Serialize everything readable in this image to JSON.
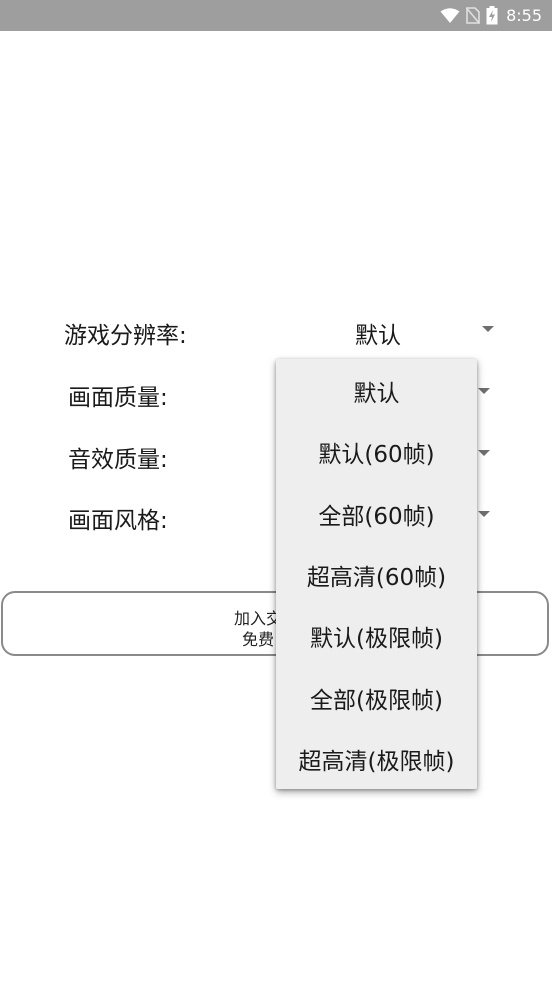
{
  "status_bar": {
    "time": "8:55",
    "icons": [
      "wifi-icon",
      "no-sim-icon",
      "battery-charging-icon"
    ]
  },
  "settings": [
    {
      "label": "游戏分辨率:",
      "value": "默认"
    },
    {
      "label": "画面质量:"
    },
    {
      "label": "音效质量:"
    },
    {
      "label": "画面风格:"
    }
  ],
  "join_button": {
    "line1": "加入交",
    "line2": "免费"
  },
  "dropdown": {
    "options": [
      "默认",
      "默认(60帧)",
      "全部(60帧)",
      "超高清(60帧)",
      "默认(极限帧)",
      "全部(极限帧)",
      "超高清(极限帧)"
    ]
  },
  "colors": {
    "status_bar": "#9e9e9e",
    "background": "#ffffff",
    "dropdown_bg": "#eeeeee",
    "border": "#8a8a8a"
  }
}
